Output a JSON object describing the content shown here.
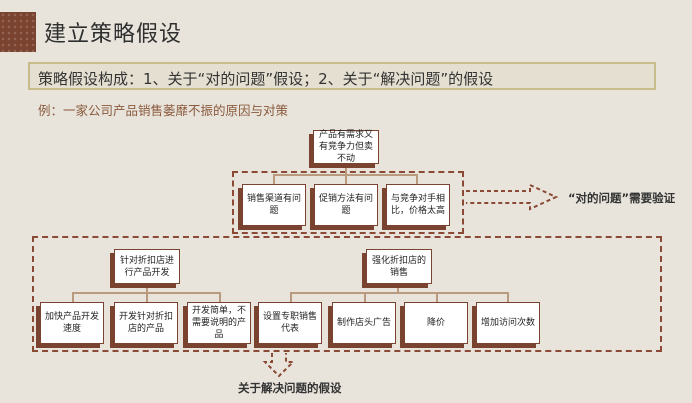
{
  "header": {
    "title": "建立策略假设"
  },
  "banner": {
    "text": "策略假设构成：1、关于“对的问题”假设；2、关于“解决问题”的假设"
  },
  "example": {
    "text": "例：一家公司产品销售萎靡不振的原因与对策"
  },
  "diagram": {
    "root": "产品有需求又有竞争力但卖不动",
    "problems": [
      "销售渠道有问题",
      "促销方法有问题",
      "与竞争对手相比，价格太高"
    ],
    "solutions": [
      {
        "label": "针对折扣店进行产品开发",
        "children": [
          "加快产品开发速度",
          "开发针对折扣店的产品",
          "开发简单，不需要说明的产品"
        ]
      },
      {
        "label": "强化折扣店的销售",
        "children": [
          "设置专职销售代表",
          "制作店头广告",
          "降价",
          "增加访问次数"
        ]
      }
    ],
    "right_label": "“对的问题”需要验证",
    "bottom_label": "关于解决问题的假设"
  }
}
